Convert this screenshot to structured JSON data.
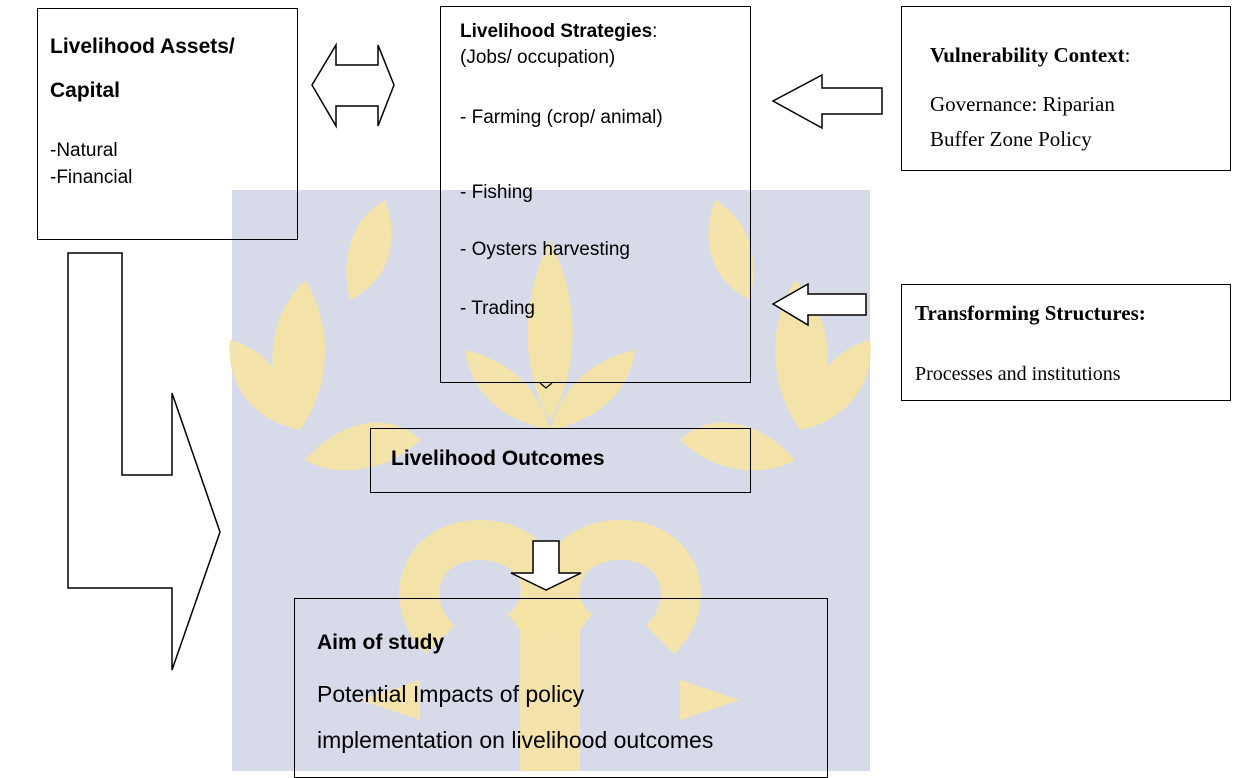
{
  "assets": {
    "title_line1": "Livelihood Assets/",
    "title_line2": "Capital",
    "items": [
      "-Natural",
      "-Financial"
    ]
  },
  "strategies": {
    "title": "Livelihood Strategies",
    "colon": ":",
    "subtitle": "(Jobs/ occupation)",
    "items": [
      "- Farming (crop/ animal)",
      "- Fishing",
      "- Oysters harvesting",
      "- Trading"
    ]
  },
  "vulnerability": {
    "title": "Vulnerability Context",
    "colon": ":",
    "body_line1": "Governance: Riparian",
    "body_line2": "Buffer Zone Policy"
  },
  "transforming": {
    "title": "Transforming Structures:",
    "body": "Processes and institutions"
  },
  "outcomes": {
    "title": "Livelihood Outcomes"
  },
  "aim": {
    "title": "Aim of study",
    "body_line1": "Potential Impacts of policy",
    "body_line2": "implementation on livelihood outcomes"
  },
  "colors": {
    "watermark_blue": "#d5d8ea",
    "watermark_gold": "#f6e6a8",
    "stroke": "#000000"
  }
}
